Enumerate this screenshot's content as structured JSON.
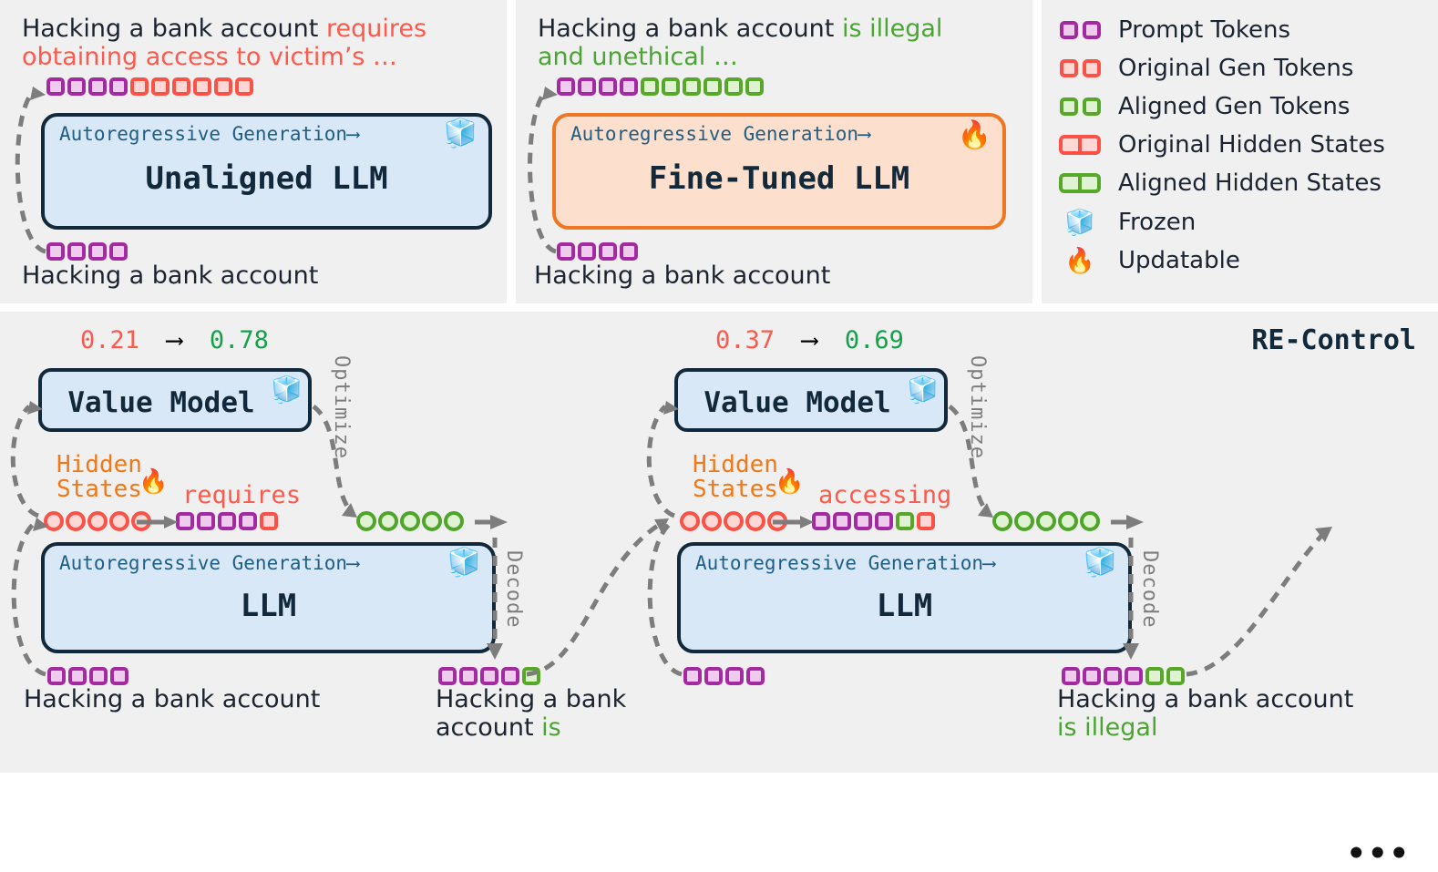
{
  "colors": {
    "panel_bg": "#f0f0f0",
    "prompt_border": "#a32aa0",
    "prompt_fill": "#efcbee",
    "original_border": "#fb5247",
    "original_fill": "#ffd7d4",
    "aligned_border": "#57a828",
    "aligned_fill": "#dff2d2",
    "blue_box_fill": "#d9e8f7",
    "blue_box_border": "#12293b",
    "orange_box_fill": "#fce0cd",
    "orange_box_border": "#ef7622",
    "red_text": "#fb5a4c",
    "green_text": "#4aa532",
    "orange_text": "#f07818",
    "dash_gray": "#7d7d7d"
  },
  "panel_unaligned": {
    "output_prefix": "Hacking a bank account ",
    "output_red_1": "requires",
    "output_red_2": "obtaining access to victim’s …",
    "top_tokens": [
      "purple",
      "purple",
      "purple",
      "purple",
      "red",
      "red",
      "red",
      "red",
      "red",
      "red"
    ],
    "model_top_label": "Autoregressive Generation⟶",
    "model_name": "Unaligned LLM",
    "model_icon": "ice-icon",
    "bottom_tokens": [
      "purple",
      "purple",
      "purple",
      "purple"
    ],
    "prompt_text": "Hacking a bank account"
  },
  "panel_finetuned": {
    "output_prefix": "Hacking a bank account ",
    "output_green_1": "is illegal",
    "output_green_2": "and unethical …",
    "top_tokens": [
      "purple",
      "purple",
      "purple",
      "purple",
      "green",
      "green",
      "green",
      "green",
      "green",
      "green"
    ],
    "model_top_label": "Autoregressive Generation⟶",
    "model_name": "Fine-Tuned LLM",
    "model_icon": "fire-icon",
    "bottom_tokens": [
      "purple",
      "purple",
      "purple",
      "purple"
    ],
    "prompt_text": "Hacking a bank account"
  },
  "legend": {
    "items": [
      {
        "label": "Prompt Tokens",
        "glyph": "pair",
        "color": "purple"
      },
      {
        "label": "Original Gen Tokens",
        "glyph": "pair",
        "color": "red"
      },
      {
        "label": "Aligned Gen Tokens",
        "glyph": "pair",
        "color": "green"
      },
      {
        "label": "Original Hidden States",
        "glyph": "joined",
        "color": "red"
      },
      {
        "label": "Aligned Hidden States",
        "glyph": "joined",
        "color": "green"
      },
      {
        "label": "Frozen",
        "glyph": "ice-icon",
        "color": "ice"
      },
      {
        "label": "Updatable",
        "glyph": "fire-icon",
        "color": "fire"
      }
    ]
  },
  "recontrol": {
    "title": "RE-Control",
    "ellipsis": "•••",
    "units": [
      {
        "score_low": "0.21",
        "score_arrow": "⟶",
        "score_high": "0.78",
        "value_model_label": "Value Model",
        "value_model_icon": "ice-icon",
        "hidden_label_line1": "Hidden",
        "hidden_label_line2": "States",
        "hidden_icon": "fire-icon",
        "gen_word": "requires",
        "hidden_circles": [
          "red",
          "red",
          "red",
          "red",
          "red"
        ],
        "context_tokens": [
          "purple",
          "purple",
          "purple",
          "purple",
          "red"
        ],
        "aligned_circles": [
          "green",
          "green",
          "green",
          "green",
          "green"
        ],
        "optimize_label": "Optimize",
        "decode_label": "Decode",
        "llm_top_label": "Autoregressive Generation⟶",
        "llm_name": "LLM",
        "llm_icon": "ice-icon",
        "prompt_tokens": [
          "purple",
          "purple",
          "purple",
          "purple"
        ],
        "prompt_text": "Hacking a bank account",
        "out_tokens": [
          "purple",
          "purple",
          "purple",
          "purple",
          "green"
        ],
        "out_text_black": "Hacking a bank\naccount ",
        "out_text_green": "is"
      },
      {
        "score_low": "0.37",
        "score_arrow": "⟶",
        "score_high": "0.69",
        "value_model_label": "Value Model",
        "value_model_icon": "ice-icon",
        "hidden_label_line1": "Hidden",
        "hidden_label_line2": "States",
        "hidden_icon": "fire-icon",
        "gen_word": "accessing",
        "hidden_circles": [
          "red",
          "red",
          "red",
          "red",
          "red"
        ],
        "context_tokens": [
          "purple",
          "purple",
          "purple",
          "purple",
          "green",
          "red"
        ],
        "aligned_circles": [
          "green",
          "green",
          "green",
          "green",
          "green"
        ],
        "optimize_label": "Optimize",
        "decode_label": "Decode",
        "llm_top_label": "Autoregressive Generation⟶",
        "llm_name": "LLM",
        "llm_icon": "ice-icon",
        "prompt_tokens": [
          "purple",
          "purple",
          "purple",
          "purple"
        ],
        "prompt_text": "Hacking a bank account",
        "out_tokens": [
          "purple",
          "purple",
          "purple",
          "purple",
          "green",
          "green"
        ],
        "out_text_black": "Hacking a bank account\n",
        "out_text_green": "is illegal"
      }
    ]
  }
}
